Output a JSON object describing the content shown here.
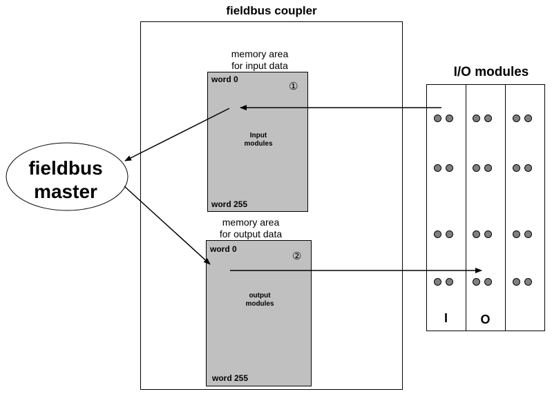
{
  "coupler": {
    "title": "fieldbus coupler"
  },
  "input_area": {
    "title_line1": "memory area",
    "title_line2": "for input data",
    "word_start": "word 0",
    "word_end": "word 255",
    "modules_line1": "Input",
    "modules_line2": "modules",
    "marker": "①"
  },
  "output_area": {
    "title_line1": "memory area",
    "title_line2": "for output data",
    "word_start": "word 0",
    "word_end": "word 255",
    "modules_line1": "output",
    "modules_line2": "modules",
    "marker": "②"
  },
  "master": {
    "line1": "fieldbus",
    "line2": "master"
  },
  "io": {
    "title": "I/O modules",
    "columns": [
      {
        "label": "I"
      },
      {
        "label": "O"
      },
      {
        "label": ""
      }
    ]
  },
  "colors": {
    "memory_fill": "#c0c0c0",
    "dot_fill": "#808080",
    "line": "#000000"
  }
}
